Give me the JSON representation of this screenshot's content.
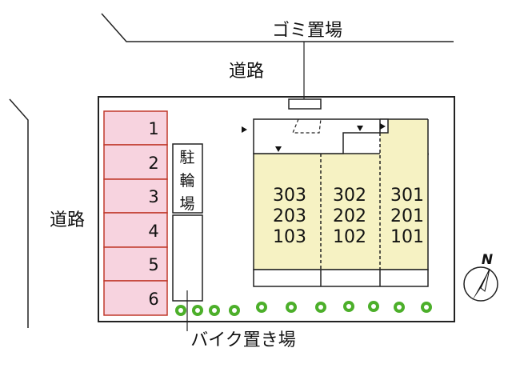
{
  "labels": {
    "garbage_area": "ゴミ置場",
    "road_top": "道路",
    "road_left": "道路",
    "bicycle_parking": [
      "駐",
      "輪",
      "場"
    ],
    "motorbike_parking": "バイク置き場",
    "north": "N"
  },
  "parking_slots": [
    "1",
    "2",
    "3",
    "4",
    "5",
    "6"
  ],
  "units": {
    "col1": [
      "303",
      "203",
      "103"
    ],
    "col2": [
      "302",
      "202",
      "102"
    ],
    "col3": [
      "301",
      "201",
      "101"
    ]
  },
  "colors": {
    "parking_fill": "#f7d3df",
    "parking_border": "#c0392b",
    "building_fill": "#f6f2c3",
    "shrub": "#4caf2a"
  },
  "icons": [
    "entrance-arrow-icon",
    "compass-icon",
    "shrub-icon"
  ]
}
